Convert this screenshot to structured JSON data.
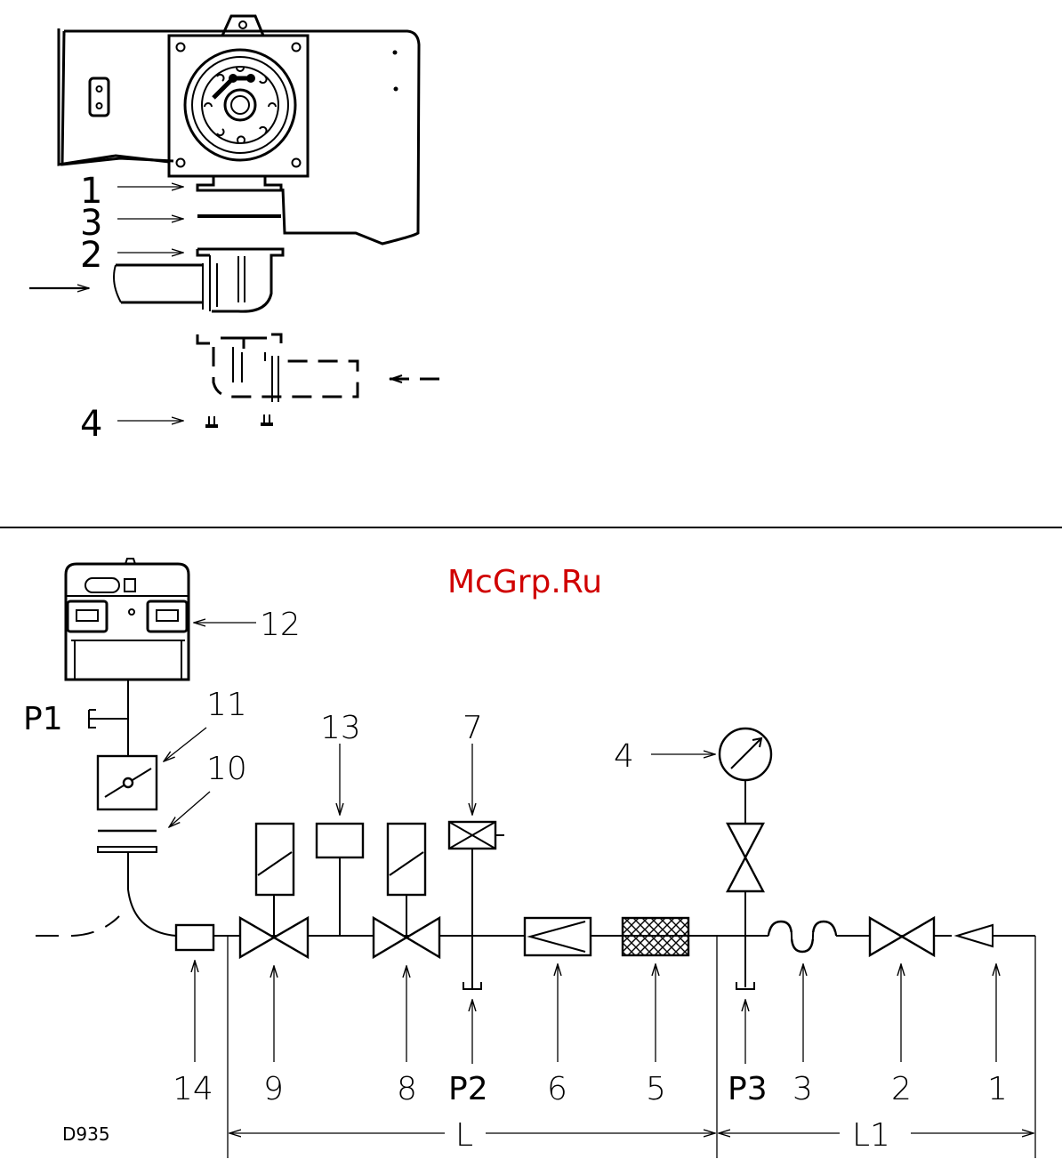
{
  "watermark": "McGrp.Ru",
  "drawing_code": "D935",
  "upper_callouts": [
    {
      "id": "c1",
      "label": "1"
    },
    {
      "id": "c3",
      "label": "3"
    },
    {
      "id": "c2",
      "label": "2"
    },
    {
      "id": "c4",
      "label": "4"
    }
  ],
  "pressure_points": {
    "p1": "P1",
    "p2": "P2",
    "p3": "P3"
  },
  "component_numbers": {
    "n1": "1",
    "n2": "2",
    "n3": "3",
    "n4": "4",
    "n5": "5",
    "n6": "6",
    "n7": "7",
    "n8": "8",
    "n9": "9",
    "n10": "10",
    "n11": "11",
    "n12": "12",
    "n13": "13",
    "n14": "14"
  },
  "dimensions": {
    "l": "L",
    "l1": "L1"
  }
}
